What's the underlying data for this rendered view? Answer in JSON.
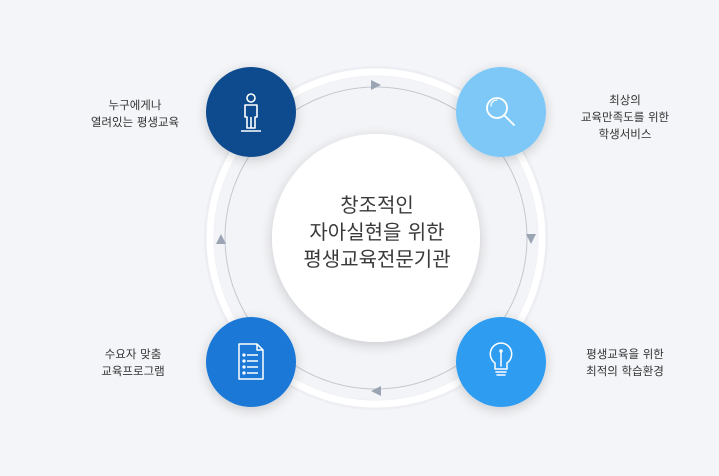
{
  "center": {
    "line1": "창조적인",
    "line2": "자아실현을 위한",
    "line3": "평생교육전문기관"
  },
  "nodes": {
    "top_left": {
      "line1": "누구에게나",
      "line2": "열려있는 평생교육",
      "icon": "person-icon",
      "color": "#0d4b8e"
    },
    "top_right": {
      "line1": "최상의",
      "line2": "교육만족도를 위한",
      "line3": "학생서비스",
      "icon": "magnifier-icon",
      "color": "#7ec8f7"
    },
    "bottom_left": {
      "line1": "수요자 맞춤",
      "line2": "교육프로그램",
      "icon": "document-list-icon",
      "color": "#1a78d6"
    },
    "bottom_right": {
      "line1": "평생교육을 위한",
      "line2": "최적의 학습환경",
      "icon": "lightbulb-icon",
      "color": "#2d9cf0"
    }
  },
  "colors": {
    "background": "#f4f5f8",
    "ring": "#ffffff",
    "track": "#c3c8d0",
    "arrow": "#9aa4b3"
  }
}
